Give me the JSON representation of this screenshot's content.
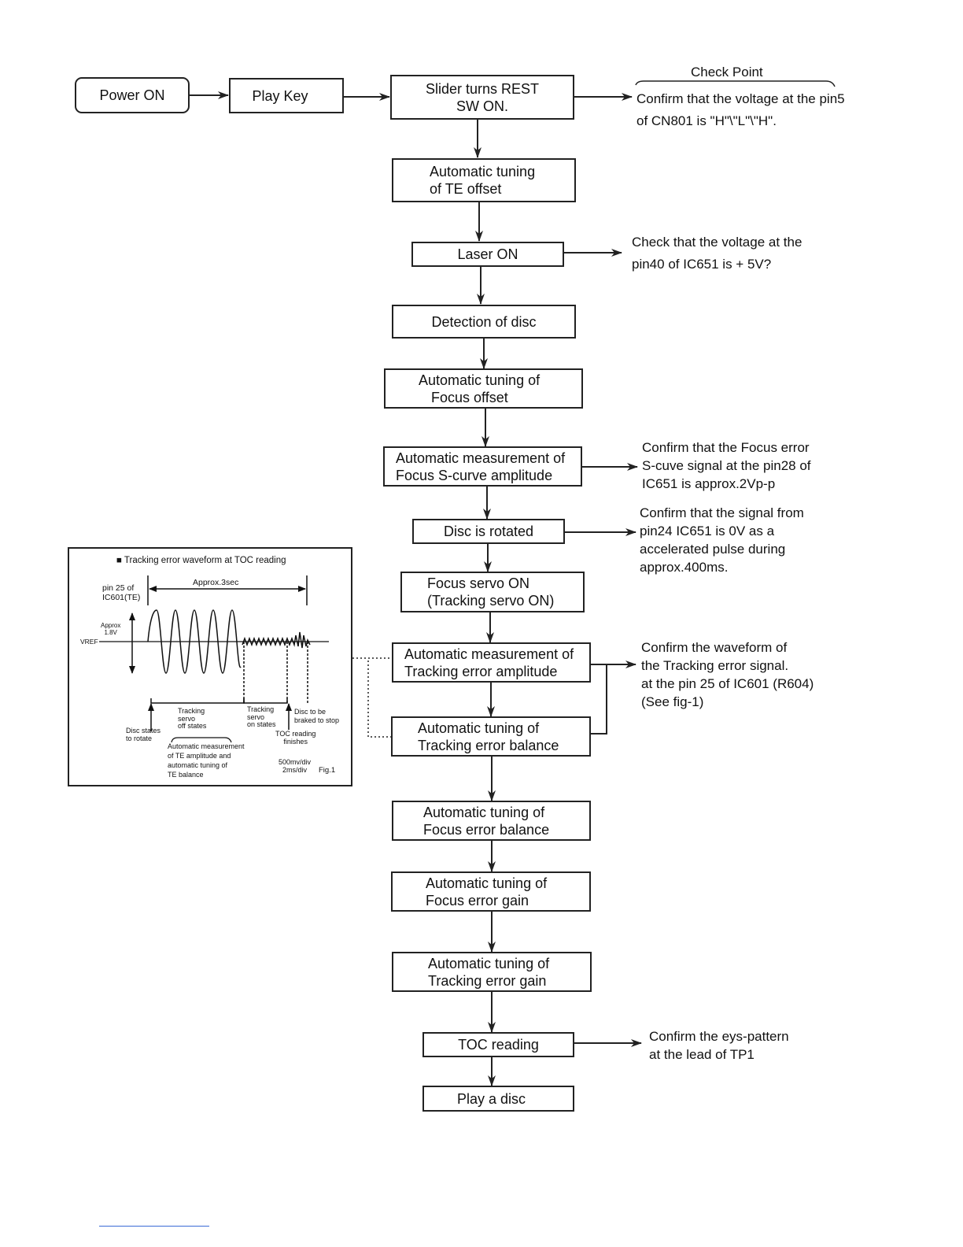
{
  "flow": {
    "power_on": "Power ON",
    "play_key": "Play Key",
    "slider": [
      "Slider turns REST",
      "SW ON."
    ],
    "te_offset": [
      "Automatic tuning",
      "of TE offset"
    ],
    "laser_on": "Laser ON",
    "detection": "Detection of disc",
    "focus_offset": [
      "Automatic tuning of",
      "Focus offset"
    ],
    "s_curve": [
      "Automatic measurement of",
      "Focus S-curve amplitude"
    ],
    "disc_rotated": "Disc is rotated",
    "focus_servo": [
      "Focus servo ON",
      "(Tracking servo ON)"
    ],
    "te_amplitude": [
      "Automatic measurement of",
      "Tracking error amplitude"
    ],
    "te_balance": [
      "Automatic tuning of",
      "Tracking error balance"
    ],
    "fe_balance": [
      "Automatic tuning of",
      "Focus error balance"
    ],
    "fe_gain": [
      "Automatic tuning of",
      "Focus error gain"
    ],
    "te_gain": [
      "Automatic tuning of",
      "Tracking error gain"
    ],
    "toc_reading": "TOC reading",
    "play_disc": "Play a disc"
  },
  "notes": {
    "check_point_title": "Check Point",
    "cn801": [
      "Confirm that the voltage at the pin5",
      "of CN801 is \"H\"\\\"L\"\\\"H\"."
    ],
    "laser": [
      "Check that the voltage at the",
      "pin40 of IC651 is + 5V?"
    ],
    "s_curve": [
      "Confirm that the Focus error",
      "S-cuve signal at the pin28 of",
      "IC651 is approx.2Vp-p"
    ],
    "rotate": [
      "Confirm that the signal from",
      "pin24 IC651 is 0V as a",
      "accelerated pulse during",
      "approx.400ms."
    ],
    "te_wave": [
      "Confirm the waveform of",
      "the Tracking error signal.",
      "at the pin 25 of IC601 (R604)",
      "(See fig-1)"
    ],
    "eye": [
      "Confirm the eys-pattern",
      "at the lead of TP1"
    ]
  },
  "fig1": {
    "title": "■ Tracking error waveform at TOC reading",
    "pin_label": [
      "pin 25 of",
      "IC601(TE)"
    ],
    "approx_3sec": "Approx.3sec",
    "approx_18v": [
      "Approx",
      "1.8V"
    ],
    "vref": "VREF",
    "tracking_off": [
      "Tracking",
      "servo",
      "off states"
    ],
    "tracking_on": [
      "Tracking",
      "servo",
      "on states"
    ],
    "disc_brake": [
      "Disc to be",
      "braked to stop"
    ],
    "disc_starts": [
      "Disc states",
      "to rotate"
    ],
    "toc_finish": [
      "TOC reading",
      "finishes"
    ],
    "auto_meas": [
      "Automatic measurement",
      "of TE amplitude and",
      "automatic tuning of",
      "TE balance"
    ],
    "scale": [
      "500mv/div",
      "2ms/div"
    ],
    "fig_label": "Fig.1"
  },
  "colors": {
    "line": "#222222",
    "link": "#3a6ad6"
  }
}
